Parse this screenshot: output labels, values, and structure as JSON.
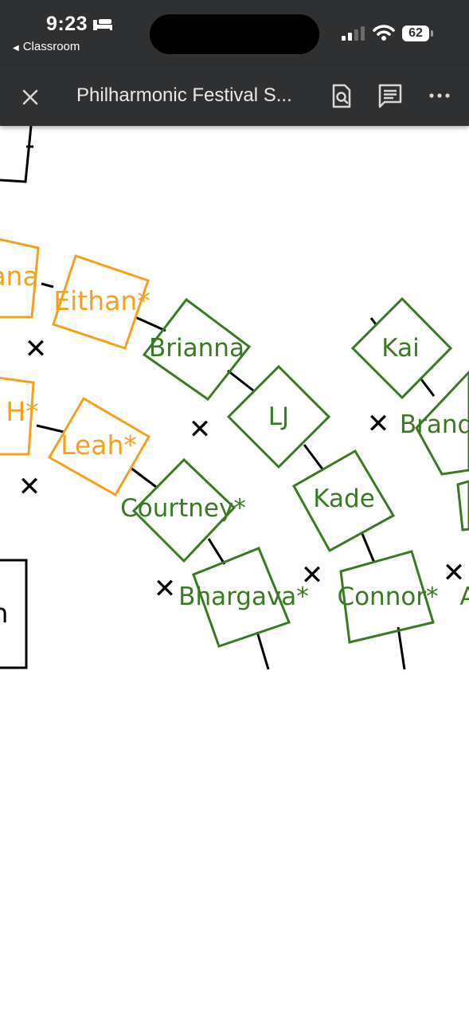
{
  "status_bar": {
    "time": "9:23",
    "back_app": "Classroom",
    "battery": "62",
    "icons": [
      "bed-icon",
      "signal-icon",
      "wifi-icon"
    ]
  },
  "toolbar": {
    "close_icon": "close-icon",
    "title": "Philharmonic Festival S...",
    "find_icon": "find-in-page-icon",
    "comments_icon": "comments-icon",
    "more_icon": "more-horizontal-icon"
  },
  "diagram": {
    "colors": {
      "orange": "#f5a11c",
      "green": "#3b7a24",
      "black": "#000000"
    },
    "orange_nodes": [
      "ana",
      "Eithan*",
      "H*",
      "Leah*"
    ],
    "green_nodes": [
      "Brianna",
      "LJ",
      "Kai",
      "Brand",
      "Courtney*",
      "Kade",
      "Bhargava*",
      "Connor*"
    ],
    "black_nodes": [
      "h"
    ],
    "partial_right_labels": [
      "A"
    ],
    "x_marker": "✕"
  }
}
